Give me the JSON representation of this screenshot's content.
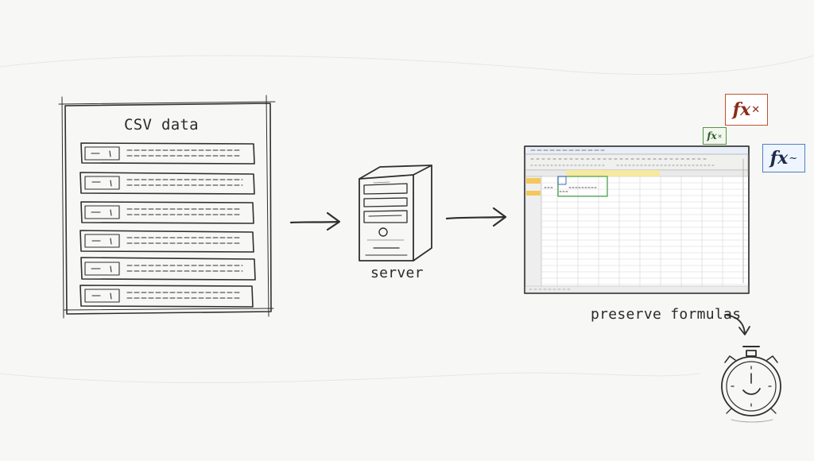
{
  "diagram": {
    "csv_title": "CSV data",
    "server_label": "server",
    "preserve_label": "preserve formulas",
    "fx_text": "fx"
  }
}
